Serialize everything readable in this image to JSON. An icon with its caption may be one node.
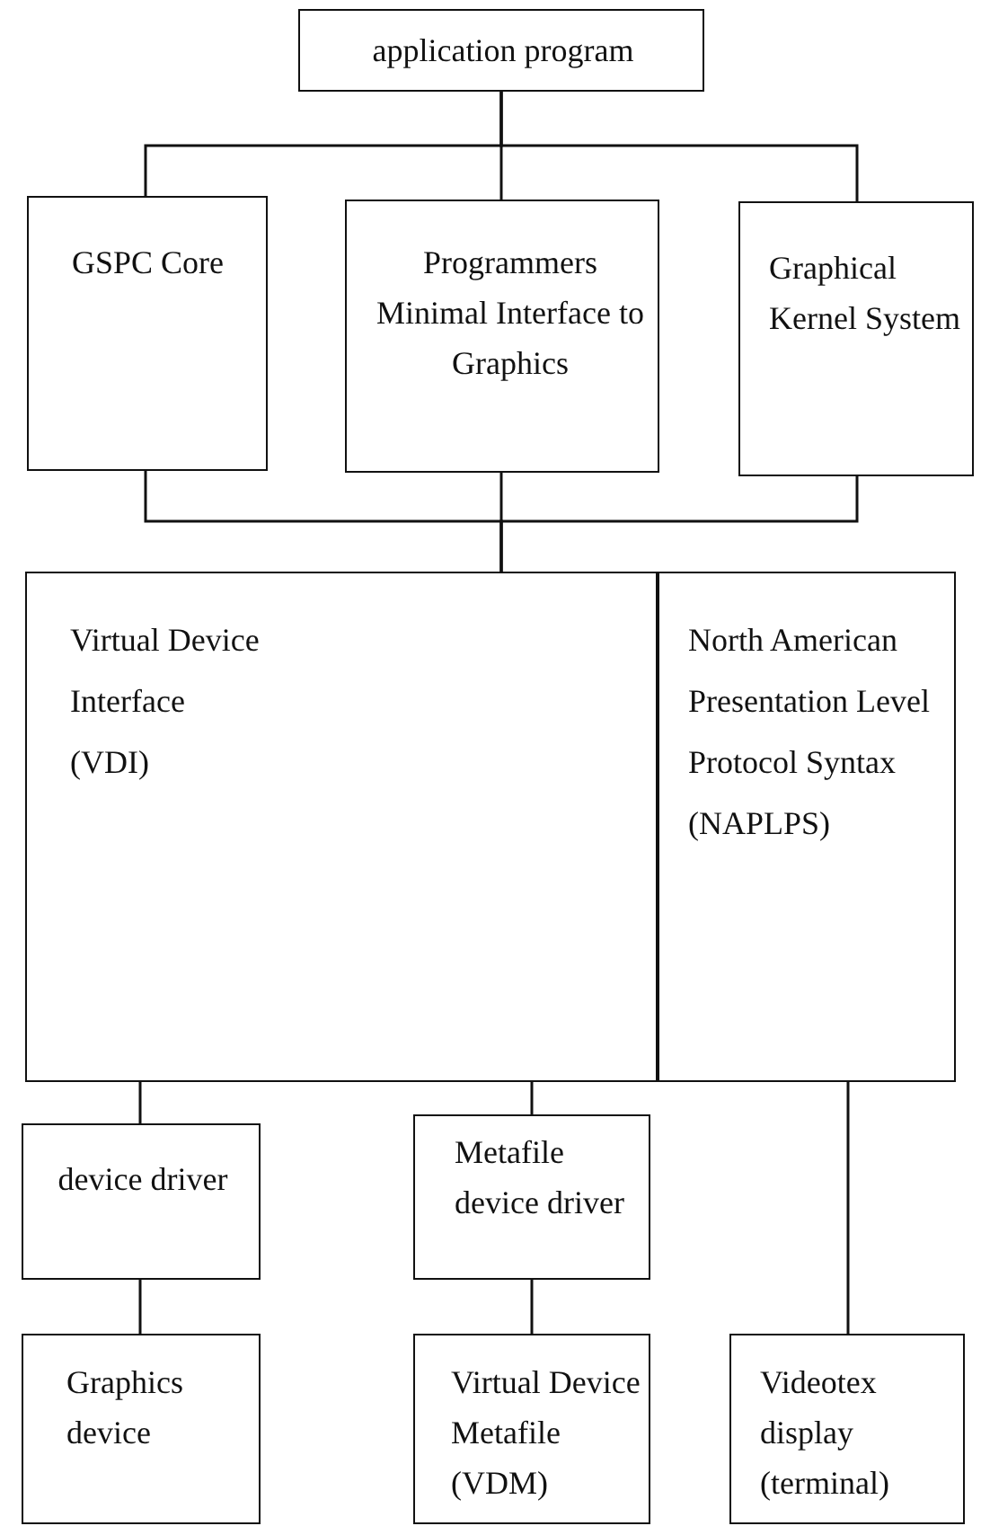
{
  "diagram": {
    "nodes": [
      {
        "text": [
          "application program"
        ]
      },
      {
        "text": [
          "GSPC Core"
        ]
      },
      {
        "text": [
          "Programmers Minimal Interface to Graphics"
        ]
      },
      {
        "text": [
          "Graphical Kernel System"
        ]
      },
      {
        "text": [
          "Virtual Device Interface (VDI)"
        ]
      },
      {
        "text": [
          "North American Presentation Level Protocol Syntax (NAPLPS)"
        ]
      },
      {
        "text": [
          "device driver"
        ]
      },
      {
        "text": [
          "Metafile device driver"
        ]
      },
      {
        "text": [
          "Graphics device"
        ]
      },
      {
        "text": [
          "Virtual Device Metafile (VDM)"
        ]
      },
      {
        "text": [
          "Videotex display (terminal)"
        ]
      }
    ],
    "edges": [
      {
        "from": 0,
        "to": 1,
        "arrow": "none"
      },
      {
        "from": 0,
        "to": 2,
        "arrow": "none"
      },
      {
        "from": 0,
        "to": 3,
        "arrow": "none"
      },
      {
        "from": 1,
        "to": 4,
        "arrow": "none"
      },
      {
        "from": 2,
        "to": 4,
        "arrow": "none"
      },
      {
        "from": 3,
        "to": 4,
        "arrow": "none"
      },
      {
        "from": 4,
        "to": 6,
        "arrow": "none"
      },
      {
        "from": 4,
        "to": 7,
        "arrow": "none"
      },
      {
        "from": 5,
        "to": 10,
        "arrow": "none"
      },
      {
        "from": 6,
        "to": 8,
        "arrow": "none"
      },
      {
        "from": 7,
        "to": 9,
        "arrow": "none"
      }
    ]
  }
}
